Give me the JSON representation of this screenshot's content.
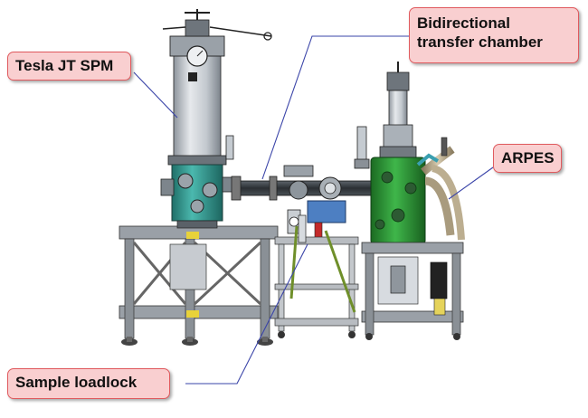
{
  "labels": {
    "tesla": "Tesla JT SPM",
    "transfer_line1": "Bidirectional",
    "transfer_line2": "transfer chamber",
    "arpes": "ARPES",
    "loadlock": "Sample loadlock"
  },
  "colors": {
    "callout_fill": "#f9cfd0",
    "callout_border": "#e05a5e",
    "leader_line": "#3a44a8",
    "spm_cylinder": "#c9cfd6",
    "spm_chamber": "#3aa39a",
    "arpes_chamber": "#2f9a3a",
    "frame": "#8a8f96",
    "tube": "#b8a98a"
  },
  "icons": [
    "tesla-spm-drawing",
    "transfer-chamber-drawing",
    "arpes-drawing",
    "loadlock-drawing",
    "support-frame-drawing"
  ]
}
